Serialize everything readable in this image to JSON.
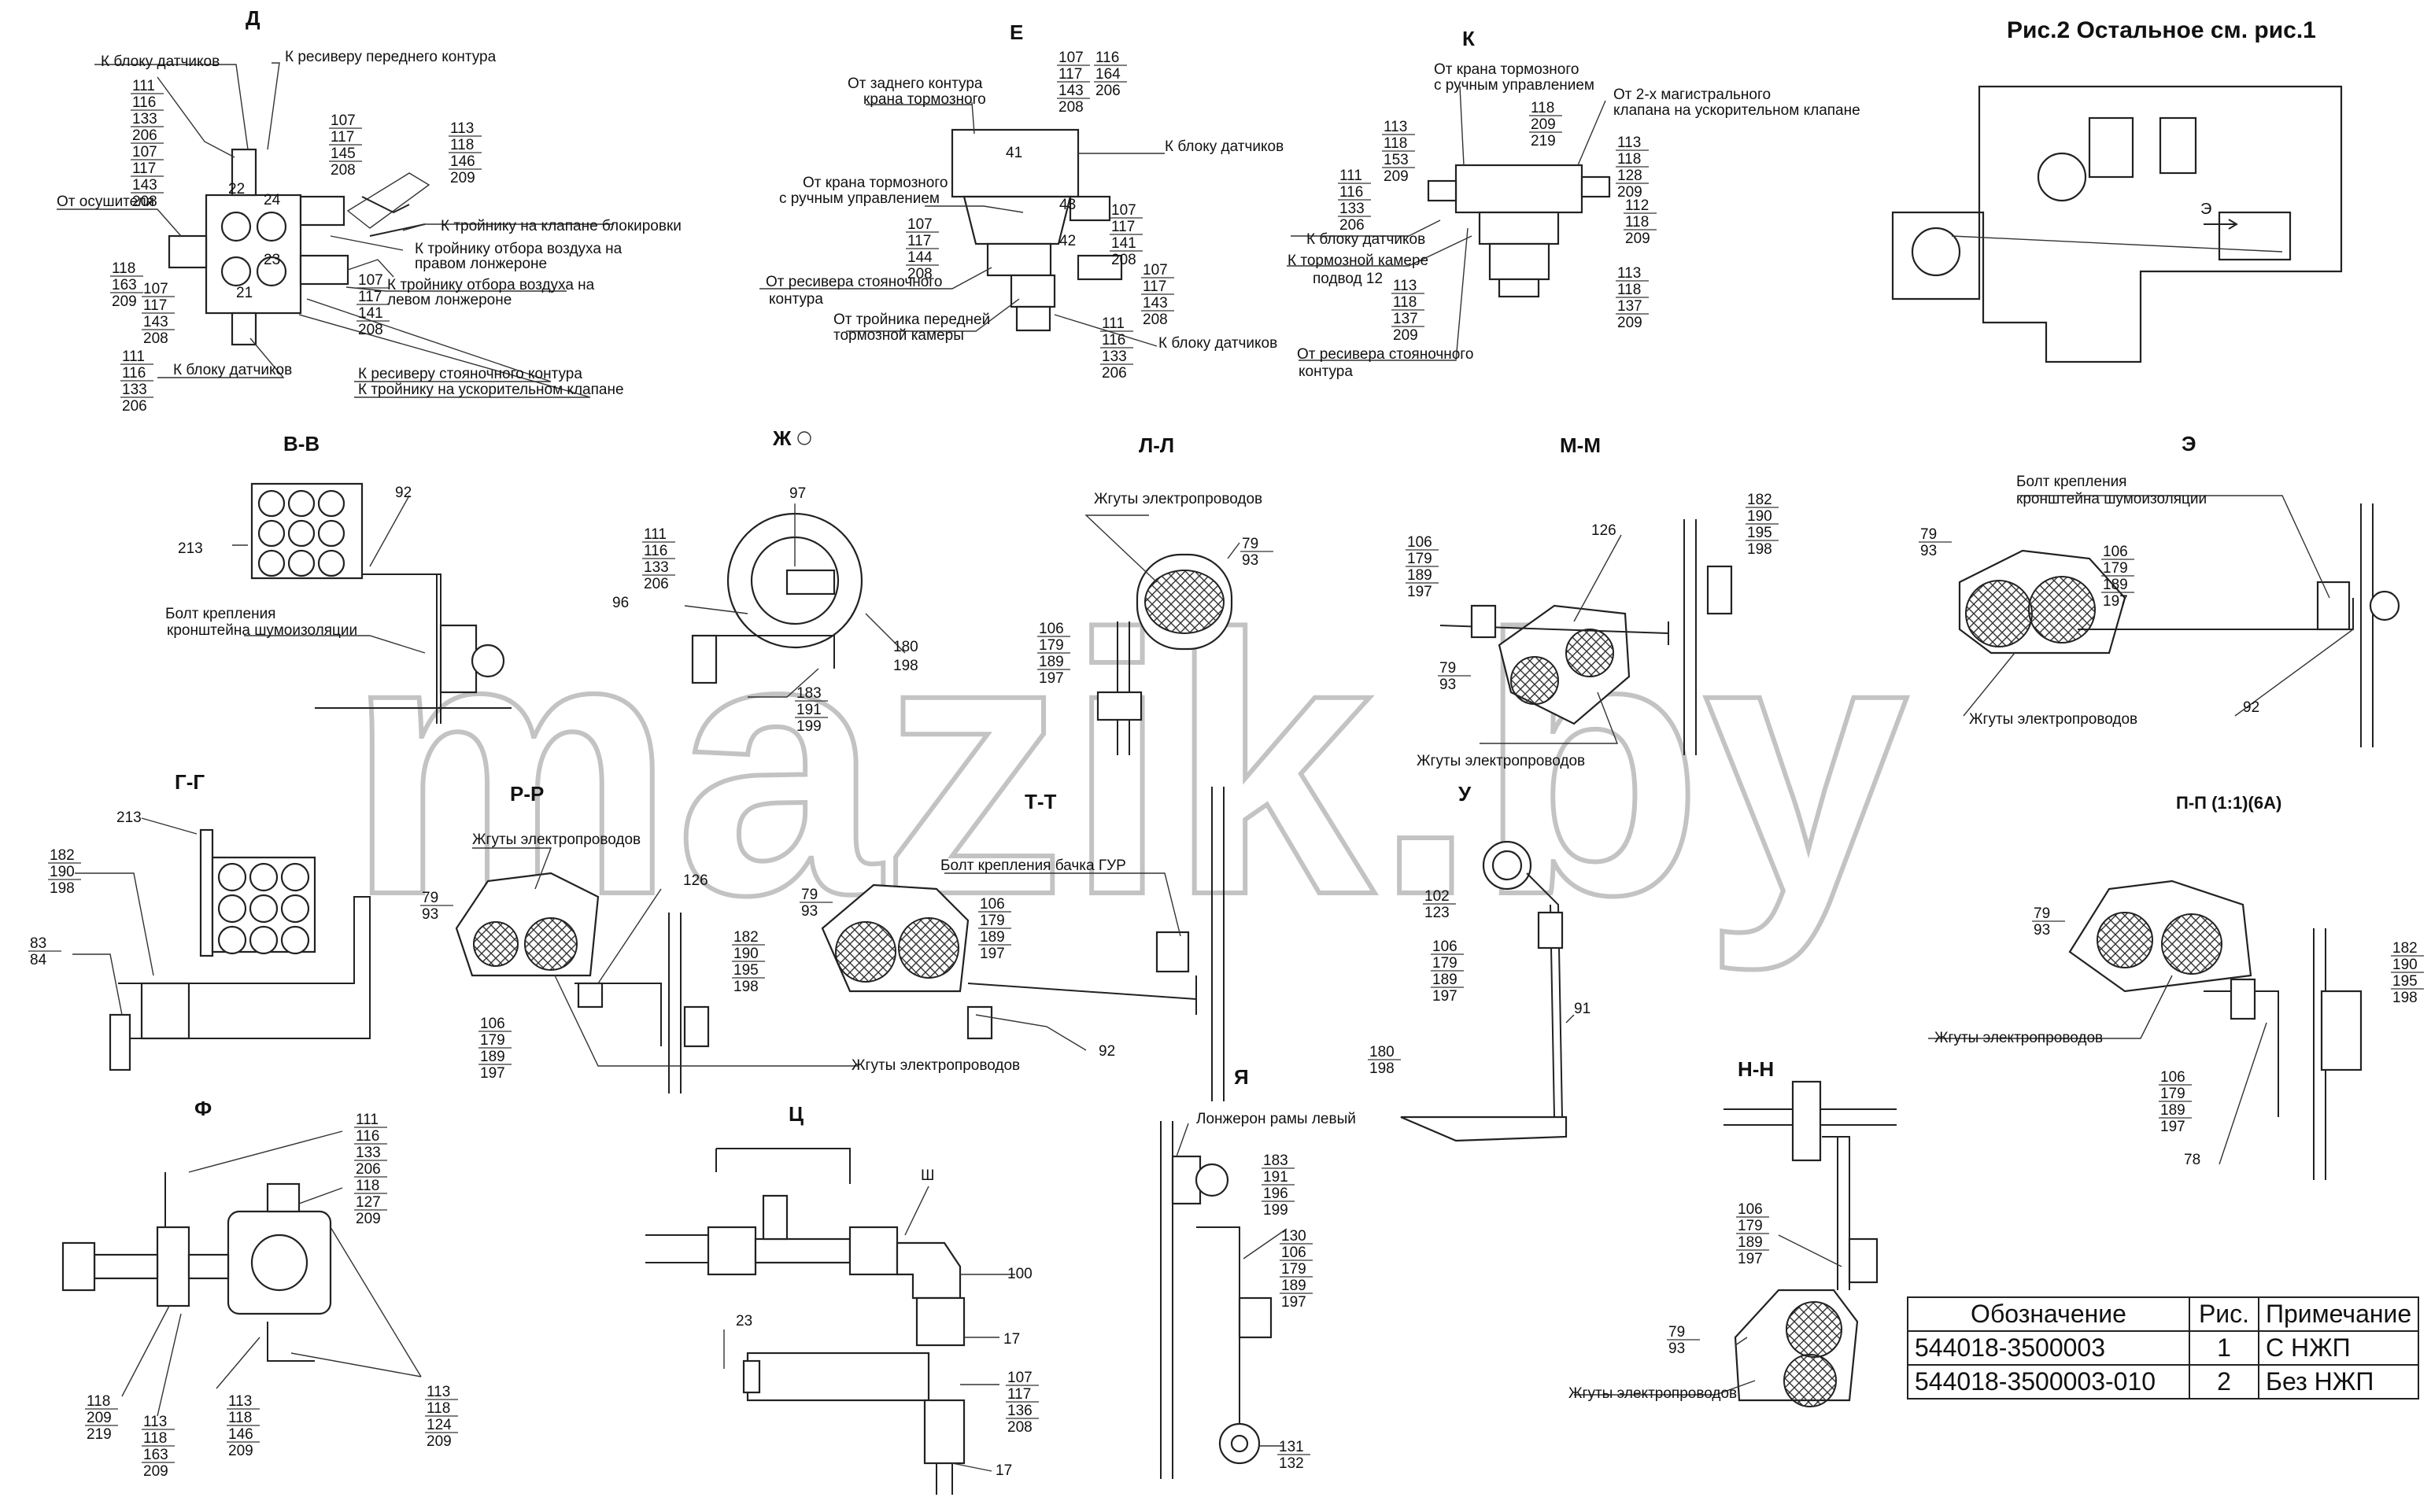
{
  "watermark": "mazik.by",
  "figure_caption": "Рис.2 Остальное см. рис.1",
  "views": {
    "D": {
      "title": "Д",
      "labels": {
        "sensors_top": "К блоку датчиков",
        "front_receiver": "К ресиверу переднего контура",
        "dryer": "От осушителя",
        "tee_lock": "К тройнику на клапане блокировки",
        "tee_right_1": "К тройнику отбора воздуха на",
        "tee_right_2": "правом лонжероне",
        "tee_left_1": "К тройнику отбора воздуха на",
        "tee_left_2": "левом лонжероне",
        "sensors_bottom": "К блоку датчиков",
        "parking_receiver": "К ресиверу стояночного контура",
        "tee_accel": "К тройнику на ускорительном клапане"
      },
      "stacks": [
        [
          "111",
          "116",
          "133",
          "206",
          "107",
          "117",
          "143",
          "208"
        ],
        [
          "107",
          "117",
          "145",
          "208"
        ],
        [
          "113",
          "118",
          "146",
          "209"
        ],
        [
          "118",
          "163",
          "209"
        ],
        [
          "107",
          "117",
          "143",
          "208"
        ],
        [
          "107",
          "117",
          "141",
          "208"
        ],
        [
          "111",
          "116",
          "133",
          "206"
        ]
      ],
      "numbers": [
        "22",
        "24",
        "23",
        "21"
      ]
    },
    "E": {
      "title": "Е",
      "labels": {
        "rear_circuit_1": "От заднего контура",
        "rear_circuit_2": "крана тормозного",
        "sensors_1": "К блоку датчиков",
        "hand_brake_1": "От крана тормозного",
        "hand_brake_2": "с ручным управлением",
        "parking_rcv_1": "От ресивера стояночного",
        "parking_rcv_2": "контура",
        "front_tee_1": "От тройника передней",
        "front_tee_2": "тормозной камеры",
        "sensors_2": "К блоку датчиков"
      },
      "stacks": [
        [
          "107",
          "117",
          "143",
          "208"
        ],
        [
          "116",
          "164",
          "206"
        ],
        [
          "107",
          "117",
          "141",
          "208"
        ],
        [
          "107",
          "117",
          "144",
          "208"
        ],
        [
          "107",
          "117",
          "143",
          "208"
        ],
        [
          "111",
          "116",
          "133",
          "206"
        ]
      ],
      "numbers": [
        "41",
        "43",
        "42"
      ]
    },
    "K": {
      "title": "К",
      "labels": {
        "hand_brake_1": "От крана тормозного",
        "hand_brake_2": "с ручным управлением",
        "two_mains_1": "От 2-х магистрального",
        "two_mains_2": "клапана на ускорительном клапане",
        "sensors": "К блоку датчиков",
        "chamber_1": "К тормозной камере",
        "chamber_2": "подвод 12",
        "parking_1": "От ресивера стояночного",
        "parking_2": "контура"
      },
      "stacks": [
        [
          "118",
          "209",
          "219"
        ],
        [
          "113",
          "118",
          "153",
          "209"
        ],
        [
          "113",
          "118",
          "128",
          "209"
        ],
        [
          "111",
          "116",
          "133",
          "206"
        ],
        [
          "112",
          "118",
          "209"
        ],
        [
          "113",
          "118",
          "137",
          "209"
        ],
        [
          "113",
          "118",
          "137",
          "209"
        ]
      ]
    },
    "fig2": {
      "arrow_label": "Э"
    },
    "VV": {
      "title": "В-В",
      "labels": {
        "bolt_1": "Болт крепления",
        "bolt_2": "кронштейна шумоизоляции"
      },
      "items": [
        "92",
        "213"
      ]
    },
    "ZH": {
      "title": "Ж",
      "items": [
        "97",
        "96",
        "180",
        "198"
      ],
      "stacks": [
        [
          "111",
          "116",
          "133",
          "206"
        ],
        [
          "183",
          "191",
          "199"
        ]
      ]
    },
    "LL": {
      "title": "Л-Л",
      "labels": {
        "harness": "Жгуты электропроводов"
      },
      "stacks": [
        [
          "79",
          "93"
        ],
        [
          "106",
          "179",
          "189",
          "197"
        ]
      ]
    },
    "MM": {
      "title": "М-М",
      "labels": {
        "harness": "Жгуты электропроводов"
      },
      "items": [
        "126"
      ],
      "stacks": [
        [
          "106",
          "179",
          "189",
          "197"
        ],
        [
          "79",
          "93"
        ],
        [
          "182",
          "190",
          "195",
          "198"
        ]
      ]
    },
    "EE": {
      "title": "Э",
      "labels": {
        "bolt_1": "Болт крепления",
        "bolt_2": "кронштейна шумоизоляции",
        "harness": "Жгуты электропроводов"
      },
      "items": [
        "92"
      ],
      "stacks": [
        [
          "79",
          "93"
        ],
        [
          "106",
          "179",
          "189",
          "197"
        ]
      ]
    },
    "GG": {
      "title": "Г-Г",
      "items": [
        "213"
      ],
      "stacks": [
        [
          "182",
          "190",
          "198"
        ],
        [
          "83",
          "84"
        ]
      ]
    },
    "RR": {
      "title": "Р-Р",
      "labels": {
        "harness_top": "Жгуты электропроводов",
        "harness_bottom": "Жгуты электропроводов"
      },
      "items": [
        "126"
      ],
      "stacks": [
        [
          "79",
          "93"
        ],
        [
          "182",
          "190",
          "195",
          "198"
        ],
        [
          "106",
          "179",
          "189",
          "197"
        ]
      ]
    },
    "TT": {
      "title": "Т-Т",
      "labels": {
        "bolt": "Болт крепления бачка ГУР"
      },
      "items": [
        "92"
      ],
      "stacks": [
        [
          "79",
          "93"
        ],
        [
          "106",
          "179",
          "189",
          "197"
        ]
      ]
    },
    "U": {
      "title": "У",
      "items": [
        "91"
      ],
      "stacks": [
        [
          "102",
          "123"
        ],
        [
          "106",
          "179",
          "189",
          "197"
        ],
        [
          "180",
          "198"
        ]
      ]
    },
    "PP": {
      "title": "П-П (1:1)(6А)",
      "labels": {
        "harness": "Жгуты электропроводов"
      },
      "items": [
        "78"
      ],
      "stacks": [
        [
          "79",
          "93"
        ],
        [
          "182",
          "190",
          "195",
          "198"
        ],
        [
          "106",
          "179",
          "189",
          "197"
        ]
      ]
    },
    "F": {
      "title": "Ф",
      "stacks": [
        [
          "111",
          "116",
          "133",
          "206",
          "118",
          "127",
          "209"
        ],
        [
          "118",
          "209",
          "219"
        ],
        [
          "113",
          "118",
          "163",
          "209"
        ],
        [
          "113",
          "118",
          "146",
          "209"
        ],
        [
          "113",
          "118",
          "124",
          "209"
        ]
      ]
    },
    "TS": {
      "title": "Ц",
      "items": [
        "Ш",
        "100",
        "23",
        "17",
        "17"
      ],
      "stacks": [
        [
          "107",
          "117",
          "136",
          "208"
        ]
      ]
    },
    "YA": {
      "title": "Я",
      "labels": {
        "spar": "Лонжерон рамы левый"
      },
      "stacks": [
        [
          "183",
          "191",
          "196",
          "199"
        ],
        [
          "130",
          "106",
          "179",
          "189",
          "197"
        ],
        [
          "131",
          "132"
        ]
      ]
    },
    "NN": {
      "title": "Н-Н",
      "labels": {
        "harness": "Жгуты электропроводов"
      },
      "stacks": [
        [
          "106",
          "179",
          "189",
          "197"
        ],
        [
          "79",
          "93"
        ]
      ]
    }
  },
  "table": {
    "headers": [
      "Обозначение",
      "Рис.",
      "Примечание"
    ],
    "rows": [
      [
        "544018-3500003",
        "1",
        "С НЖП"
      ],
      [
        "544018-3500003-010",
        "2",
        "Без НЖП"
      ]
    ]
  }
}
